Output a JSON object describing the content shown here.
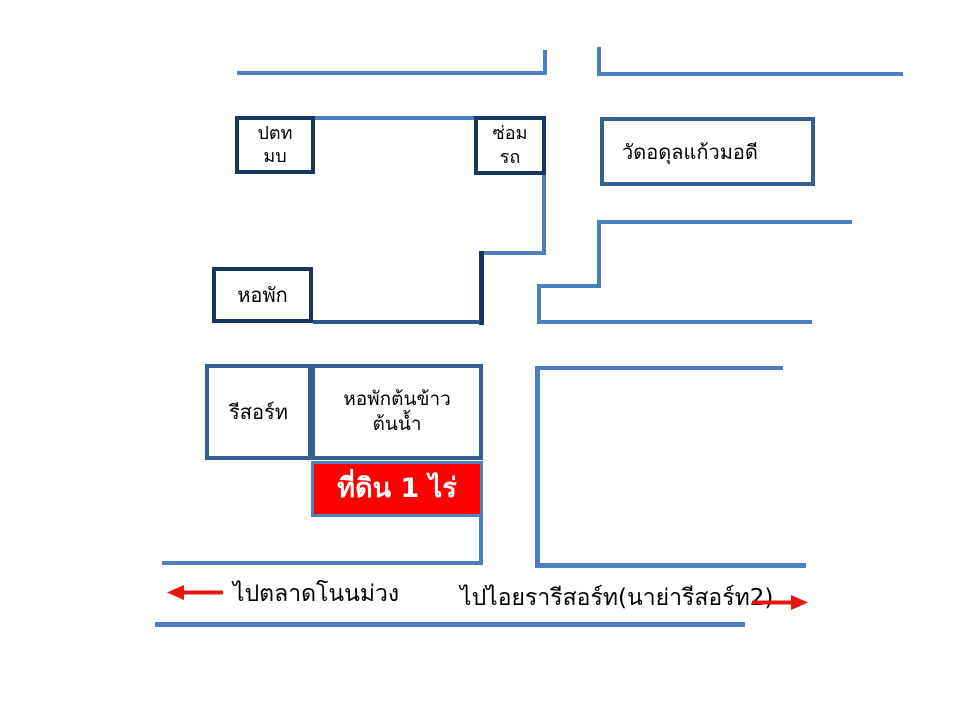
{
  "canvas": {
    "background": "#ffffff"
  },
  "colors": {
    "road_blue": "#4d7ebf",
    "dark_navy_border": "#17375e",
    "steel_blue_border": "#365f91",
    "land_red": "#fe0000",
    "arrow_red": "#e8150f",
    "label_black": "#000000",
    "land_label_white": "#ffffff"
  },
  "places": {
    "ptt_station": {
      "line1": "ปตท",
      "line2": "มบ"
    },
    "car_repair": {
      "line1": "ซ่อม",
      "line2": "รถ"
    },
    "temple": {
      "label": "วัดอดุลแก้วมอดี"
    },
    "dormitory": {
      "label": "หอพัก"
    },
    "resort": {
      "label": "รีสอร์ท"
    },
    "tonkhao_dormitory": {
      "line1": "หอพักต้นข้าว",
      "line2": "ต้นน้ำ"
    },
    "land_plot": {
      "label": "ที่ดิน 1 ไร่"
    }
  },
  "directions": {
    "to_nonmuang_market": {
      "label": "ไปตลาดโนนม่วง",
      "arrow_direction": "left"
    },
    "to_aiyara_resort": {
      "label": "ไปไอยรารีสอร์ท(นาย่ารีสอร์ท2)",
      "arrow_direction": "right"
    }
  }
}
